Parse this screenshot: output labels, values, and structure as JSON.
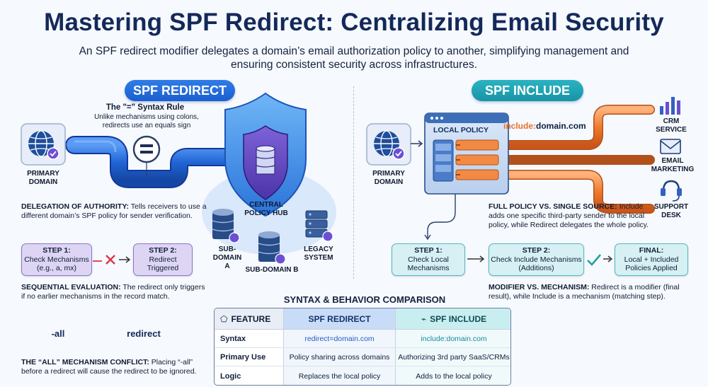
{
  "title": "Mastering SPF Redirect: Centralizing Email Security",
  "subtitle": "An SPF redirect modifier delegates a domain’s email authorization policy to another, simplifying management and ensuring consistent security across infrastructures.",
  "left": {
    "pill": "SPF REDIRECT",
    "syntax_rule_title": "The \"=\" Syntax Rule",
    "syntax_rule_text": "Unlike mechanisms using colons, redirects use an equals sign",
    "equals_symbol": "=",
    "primary_domain": "PRIMARY DOMAIN",
    "hub_label": "CENTRAL POLICY HUB",
    "subdomain_a": "SUB-DOMAIN A",
    "subdomain_b": "SUB-DOMAIN B",
    "legacy": "LEGACY SYSTEM",
    "delegation_title": "DELEGATION OF AUTHORITY:",
    "delegation_text": "Tells receivers to use a different domain’s SPF policy for sender verification.",
    "step1_title": "STEP 1:",
    "step1_text": "Check Mechanisms (e.g., a, mx)",
    "step2_title": "STEP 2:",
    "step2_text": "Redirect Triggered",
    "sequential_title": "SEQUENTIAL EVALUATION:",
    "sequential_text": "The redirect only triggers if no earlier mechanisms in the record match.",
    "all_tag": "-all",
    "redirect_tag": "redirect",
    "conflict_title": "THE “ALL” MECHANISM CONFLICT:",
    "conflict_text": "Placing “-all” before a redirect will cause the redirect to be ignored."
  },
  "right": {
    "pill": "SPF INCLUDE",
    "primary_domain": "PRIMARY DOMAIN",
    "local_policy": "LOCAL POLICY",
    "include_prefix": "include:",
    "include_domain": "domain.com",
    "crm": "CRM SERVICE",
    "email_marketing": "EMAIL MARKETING",
    "support": "SUPPORT DESK",
    "full_policy_title": "FULL POLICY VS. SINGLE SOURCE:",
    "full_policy_text": "Include adds one specific third-party sender to the local policy, while Redirect delegates the whole policy.",
    "step1_title": "STEP 1:",
    "step1_text": "Check Local Mechanisms",
    "step2_title": "STEP 2:",
    "step2_text": "Check Include Mechanisms (Additions)",
    "final_title": "FINAL:",
    "final_text": "Local + Included Policies Applied",
    "modifier_title": "MODIFIER VS. MECHANISM:",
    "modifier_text": "Redirect is a modifier (final result), while Include is a mechanism (matching step)."
  },
  "comparison": {
    "title": "SYNTAX & BEHAVIOR COMPARISON",
    "headers": [
      "FEATURE",
      "SPF REDIRECT",
      "SPF INCLUDE"
    ],
    "rows": [
      [
        "Syntax",
        "redirect=domain.com",
        "include:domain.com"
      ],
      [
        "Primary Use",
        "Policy sharing across domains",
        "Authorizing 3rd party SaaS/CRMs"
      ],
      [
        "Logic",
        "Replaces the local policy",
        "Adds to the local policy"
      ]
    ]
  },
  "colors": {
    "redirect_blue": "#1c5fcf",
    "include_teal": "#1893a6",
    "pipe_orange": "#f07a2c",
    "purple": "#6a4fc7"
  }
}
